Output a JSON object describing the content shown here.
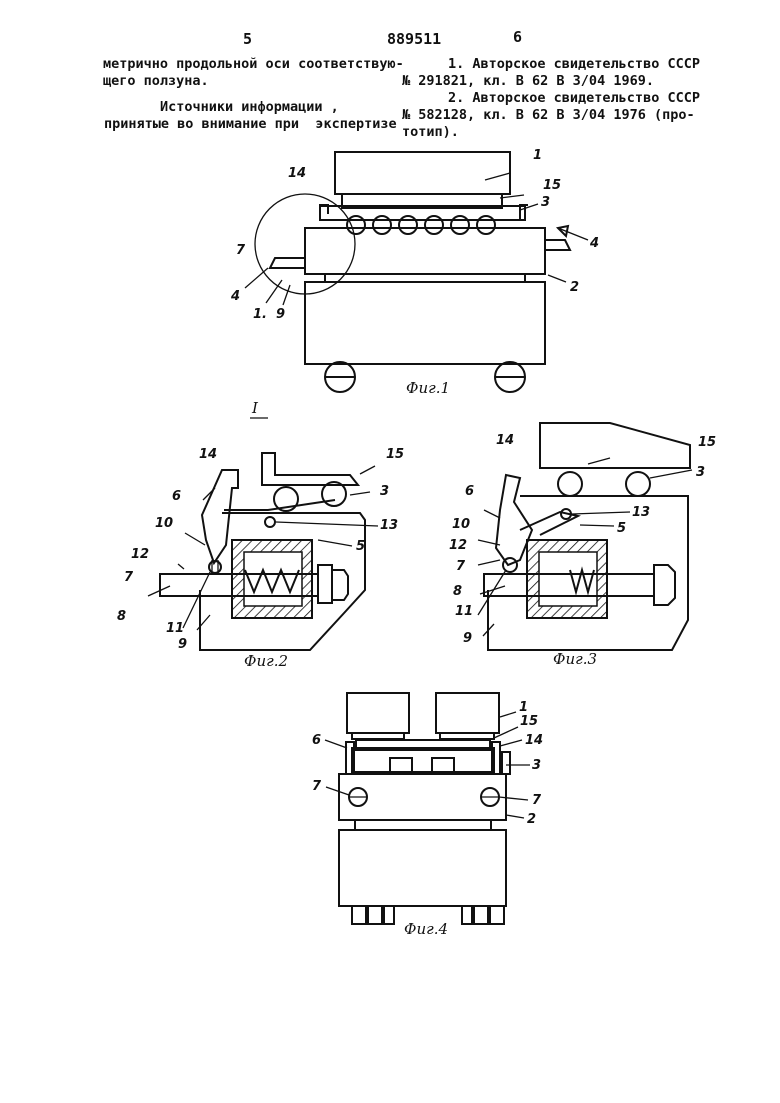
{
  "header": {
    "page_left": "5",
    "patent_number": "889511",
    "page_right": "6"
  },
  "left_column": {
    "lines": [
      "метрично продольной оси соответствую-",
      "щего ползуна.",
      "Источники информации ,",
      "принятые во внимание при  экспертизе"
    ]
  },
  "right_column": {
    "lines": [
      "1. Авторское свидетельство СССР",
      "№ 291821, кл. В 62 В 3/04 1969.",
      "2. Авторское свидетельство СССР",
      "№ 582128, кл. В 62 В 3/04 1976 (про-",
      "тотип)."
    ]
  },
  "figures": {
    "fig1": {
      "caption": "Фиг.1",
      "labels": {
        "l1": "1",
        "l14": "14",
        "l15": "15",
        "l3": "3",
        "l4a": "4",
        "l7": "7",
        "l2": "2",
        "l4b": "4",
        "l1b": "1.",
        "l9": "9"
      }
    },
    "detail_label": "I",
    "fig2": {
      "caption": "Фиг.2",
      "labels": {
        "l14": "14",
        "l15": "15",
        "l3": "3",
        "l6": "6",
        "l13": "13",
        "l10": "10",
        "l5": "5",
        "l12": "12",
        "l7": "7",
        "l8": "8",
        "l11": "11",
        "l9": "9"
      }
    },
    "fig3": {
      "caption": "Фиг.3",
      "labels": {
        "l14": "14",
        "l15": "15",
        "l3": "3",
        "l6": "6",
        "l13": "13",
        "l10": "10",
        "l5": "5",
        "l12": "12",
        "l7": "7",
        "l8": "8",
        "l11": "11",
        "l9": "9"
      }
    },
    "fig4": {
      "caption": "Фиг.4",
      "labels": {
        "l1": "1",
        "l15": "15",
        "l6": "6",
        "l14": "14",
        "l3": "3",
        "l7a": "7",
        "l7b": "7",
        "l2": "2"
      }
    }
  }
}
